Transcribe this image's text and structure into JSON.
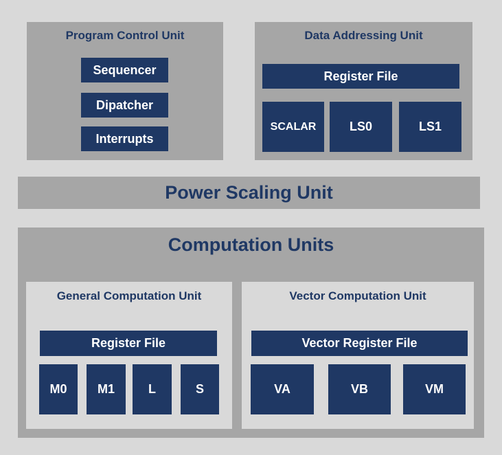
{
  "program_control": {
    "title": "Program Control Unit",
    "blocks": [
      "Sequencer",
      "Dipatcher",
      "Interrupts"
    ]
  },
  "data_addressing": {
    "title": "Data Addressing Unit",
    "register_file": "Register File",
    "units": [
      "SCALAR",
      "LS0",
      "LS1"
    ]
  },
  "power_scaling": {
    "title": "Power Scaling Unit"
  },
  "computation": {
    "title": "Computation Units",
    "general": {
      "title": "General Computation Unit",
      "register_file": "Register File",
      "units": [
        "M0",
        "M1",
        "L",
        "S"
      ]
    },
    "vector": {
      "title": "Vector Computation Unit",
      "register_file": "Vector Register File",
      "units": [
        "VA",
        "VB",
        "VM"
      ]
    }
  },
  "colors": {
    "background": "#d9d9d9",
    "panel": "#a6a6a6",
    "block": "#1f3864",
    "text": "#1f3864"
  }
}
